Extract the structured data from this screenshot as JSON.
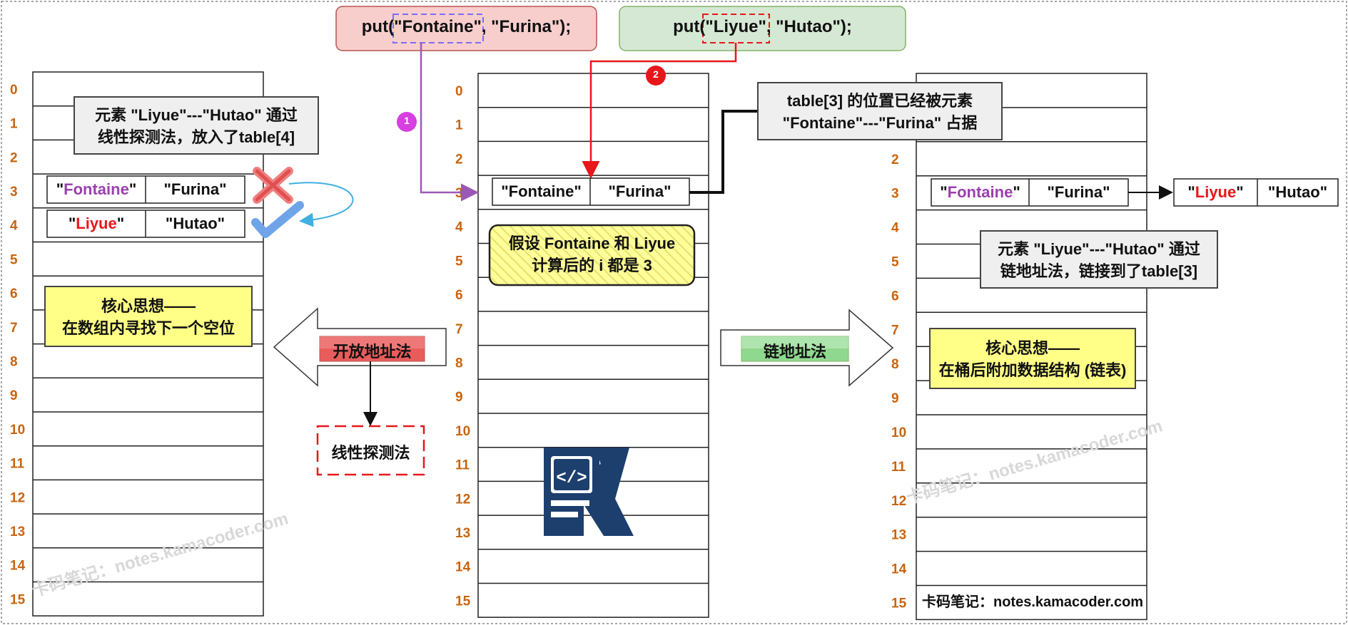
{
  "calls": {
    "put_fontaine": {
      "prefix": "put(",
      "key": "\"Fontaine\"",
      "suffix": ", \"Furina\");"
    },
    "put_liyue": {
      "prefix": "put(",
      "key": "\"Liyue\"",
      "suffix": ", \"Hutao\");"
    }
  },
  "step_badges": [
    "1",
    "2"
  ],
  "index_labels": [
    "0",
    "1",
    "2",
    "3",
    "4",
    "5",
    "6",
    "7",
    "8",
    "9",
    "10",
    "11",
    "12",
    "13",
    "14",
    "15"
  ],
  "middle_table": {
    "entry": {
      "key": "\"Fontaine\"",
      "value": "\"Furina\""
    },
    "assumption": [
      "假设 Fontaine 和 Liyue",
      "计算后的 i 都是 3"
    ]
  },
  "left_table": {
    "entries": [
      {
        "quote_open": "\"",
        "name": "Fontaine",
        "quote_close": "\"",
        "value": "\"Furina\""
      },
      {
        "quote_open": "\"",
        "name": "Liyue",
        "quote_close": "\"",
        "value": "\"Hutao\""
      }
    ],
    "note": [
      "元素 \"Liyue\"---\"Hutao\" 通过",
      "线性探测法，放入了table[4]"
    ],
    "core_idea": [
      "核心思想——",
      "在数组内寻找下一个空位"
    ]
  },
  "right_table": {
    "entry": {
      "quote_open": "\"",
      "name": "Fontaine",
      "quote_close": "\"",
      "value": "\"Furina\""
    },
    "chained": {
      "quote_open": "\"",
      "name": "Liyue",
      "quote_close": "\"",
      "value": "\"Hutao\""
    },
    "occupied_note": [
      "table[3] 的位置已经被元素",
      "\"Fontaine\"---\"Furina\" 占据"
    ],
    "note": [
      "元素 \"Liyue\"---\"Hutao\" 通过",
      "链地址法，链接到了table[3]"
    ],
    "core_idea": [
      "核心思想——",
      "在桶后附加数据结构 (链表)"
    ],
    "footer": "卡码笔记：notes.kamacoder.com"
  },
  "methods": {
    "open_addressing": "开放地址法",
    "chaining": "链地址法",
    "linear_probing": "线性探测法"
  },
  "watermarks": [
    "卡码笔记：notes.kamacoder.com",
    "卡码笔记：notes.kamacoder.com"
  ],
  "colors": {
    "accent_purple": "#9b3fb0",
    "accent_red": "#e8161a",
    "index_orange": "#c8640e",
    "note_yellow": "#ffff88",
    "brand_navy": "#1c3f6e",
    "put_red_bg": "#f8cecc",
    "put_green_bg": "#d5e8d4"
  }
}
